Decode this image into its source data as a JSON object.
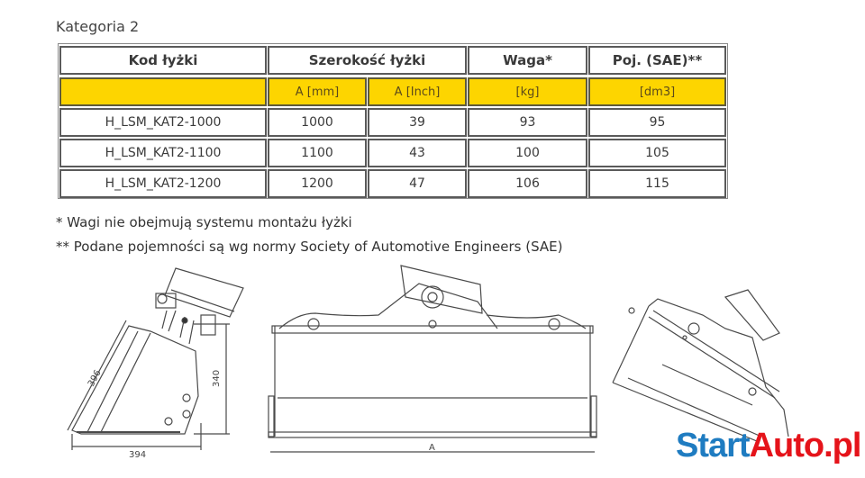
{
  "title": "Kategoria 2",
  "table": {
    "headers": {
      "code": "Kod łyżki",
      "width": "Szerokość łyżki",
      "weight": "Waga*",
      "capacity": "Poj. (SAE)**"
    },
    "units": {
      "code": "",
      "width_mm": "A [mm]",
      "width_inch": "A [Inch]",
      "weight": "[kg]",
      "capacity": "[dm3]"
    },
    "rows": [
      {
        "code": "H_LSM_KAT2-1000",
        "mm": "1000",
        "inch": "39",
        "kg": "93",
        "dm3": "95"
      },
      {
        "code": "H_LSM_KAT2-1100",
        "mm": "1100",
        "inch": "43",
        "kg": "100",
        "dm3": "105"
      },
      {
        "code": "H_LSM_KAT2-1200",
        "mm": "1200",
        "inch": "47",
        "kg": "106",
        "dm3": "115"
      }
    ]
  },
  "notes": [
    "* Wagi nie obejmują systemu montażu łyżki",
    "** Podane pojemności są wg normy Society of Automotive Engineers (SAE)"
  ],
  "drawings": {
    "side_view": {
      "dim_diagonal": "396",
      "dim_height": "340",
      "dim_width": "394"
    },
    "front_view": {
      "dim_width": "A"
    }
  },
  "logo": {
    "part1": "Start",
    "part2": "Auto.pl",
    "color1": "#1f7cc1",
    "color2": "#e5131a"
  },
  "colors": {
    "header_yellow": "#fdd500"
  }
}
